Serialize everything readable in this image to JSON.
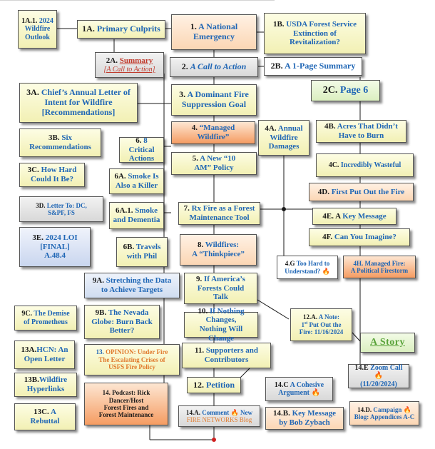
{
  "fire_icon": "flame-icon",
  "boxes": {
    "b1a1": {
      "num": "1A.1.",
      "l1": "2024",
      "l2": "Wildfire",
      "l3": "Outlook"
    },
    "b1a": {
      "num": "1A.",
      "label": "Primary Culprits"
    },
    "b1": {
      "num": "1.",
      "l1": "A National",
      "l2": "Emergency"
    },
    "b1b": {
      "num": "1B.",
      "l1": "USDA Forest Service",
      "l2": "Extinction of",
      "l3": "Revitalization?"
    },
    "b2a": {
      "num": "2A.",
      "label": "Summary",
      "sub": "[A Call to Action]"
    },
    "b2": {
      "num": "2.",
      "label": "A Call to Action"
    },
    "b2b": {
      "num": "2B.",
      "label": "A 1-Page Summary"
    },
    "b2c": {
      "num": "2C.",
      "label": "Page 6"
    },
    "b3a": {
      "num": "3A.",
      "l1": "Chief’s Annual Letter of",
      "l2": "Intent for Wildfire",
      "l3": "[Recommendations]"
    },
    "b3": {
      "num": "3.",
      "l1": "A Dominant Fire",
      "l2": "Suppression Goal"
    },
    "b4": {
      "num": "4.",
      "l1": "“Managed",
      "l2": "Wildfire”"
    },
    "b4a": {
      "num": "4A.",
      "l1": "Annual",
      "l2": "Wildfire",
      "l3": "Damages"
    },
    "b4b": {
      "num": "4B.",
      "l1": "Acres That Didn’t",
      "l2": "Have to Burn"
    },
    "b3b": {
      "num": "3B.",
      "l1": "Six",
      "l2": "Recommendations"
    },
    "b6": {
      "num": "6.",
      "l1": "8 Critical",
      "l2": "Actions"
    },
    "b5": {
      "num": "5.",
      "l1": "A New “10",
      "l2": "AM” Policy"
    },
    "b4c": {
      "num": "4C.",
      "label": "Incredibly Wasteful"
    },
    "b3c": {
      "num": "3C.",
      "l1": "How Hard",
      "l2": "Could It Be?"
    },
    "b6a": {
      "num": "6A.",
      "l1": "Smoke Is",
      "l2": "Also a Killer"
    },
    "b4d": {
      "num": "4D.",
      "label": "First Put Out the Fire"
    },
    "b3d": {
      "num": "3D.",
      "l1": "Letter To: DC,",
      "l2": "S&PF, FS"
    },
    "b6a1": {
      "num": "6A.1.",
      "l1": "Smoke",
      "l2": "and Dementia"
    },
    "b7": {
      "num": "7.",
      "l1": "Rx Fire as a Forest",
      "l2": "Maintenance Tool"
    },
    "b4e": {
      "num": "4E.",
      "pre": "A",
      "label": "Key Message"
    },
    "b3e": {
      "num": "3E.",
      "l1": "2024 LOI",
      "l2": "[FINAL]",
      "l3": "A.48.4"
    },
    "b4f": {
      "num": "4F.",
      "label": "Can You Imagine?"
    },
    "b8": {
      "num": "8.",
      "l1": "Wildfires:",
      "l2": "A “Thinkpiece”"
    },
    "b6b": {
      "num": "6B.",
      "l1": "Travels",
      "l2": "with Phil"
    },
    "b4g": {
      "num": "4.G",
      "l1": "Too Hard to",
      "l2": "Understand?"
    },
    "b4h": {
      "num": "4H.",
      "l1": "Managed Fire:",
      "l2": "A Political Firestorm"
    },
    "b9a": {
      "num": "9A.",
      "l1": "Stretching the Data",
      "l2": "to Achieve Targets"
    },
    "b9": {
      "num": "9.",
      "l1": "If America’s",
      "l2": "Forests Could",
      "l3": "Talk"
    },
    "b9c": {
      "num": "9C.",
      "l1": "The Demise",
      "l2": "of Prometheus"
    },
    "b9b": {
      "num": "9B.",
      "l1": "The Nevada",
      "l2": "Globe: Burn Back",
      "l3": "Better?"
    },
    "b10": {
      "num": "10.",
      "l1": "If Nothing Changes,",
      "l2": "Nothing Will Change"
    },
    "b12a": {
      "num": "12.A.",
      "l1": "A Note:",
      "l2a": "1",
      "l2sup": "st",
      "l2b": " Put Out the",
      "l3": "Fire: 11/16/2024"
    },
    "bstory": {
      "label": "A Story"
    },
    "b13a": {
      "num": "13A.",
      "l1": "HCN: An",
      "l2": "Open Letter"
    },
    "b13": {
      "num": "13.",
      "l1": "OPINION: Under Fire",
      "l2": "The Escalating Crises of",
      "l3": "USFS Fire Policy"
    },
    "b11": {
      "num": "11.",
      "l1": "Supporters and",
      "l2": "Contributors"
    },
    "b14e": {
      "num": "14.E",
      "l1": "Zoom Call",
      "l2": "(11/20/2024)"
    },
    "b13b": {
      "num": "13B.",
      "l1": "Wildfire",
      "l2": "Hyperlinks"
    },
    "b12": {
      "num": "12.",
      "label": "Petition"
    },
    "b14c": {
      "num": "14.C",
      "l1": "A Cohesive",
      "l2": "Argument"
    },
    "b13c": {
      "num": "13C.",
      "l1": "A",
      "l2": "Rebuttal"
    },
    "b14": {
      "num": "14.",
      "l1": "Podcast: Rick",
      "l2": "Dancer/Host",
      "l3": "Forest Fires and",
      "l4": "Forest Maintenance"
    },
    "b14a": {
      "num": "14.A.",
      "l1a": "Comment",
      "l1b": "New",
      "l2": "FIRE NETWORKS Blog"
    },
    "b14b": {
      "num": "14.B.",
      "l1": "Key Message",
      "l2": "by Bob Zybach"
    },
    "b14d": {
      "num": "14.D.",
      "l1": "Campaign",
      "l2": "Blog: Appendices A-C"
    }
  }
}
